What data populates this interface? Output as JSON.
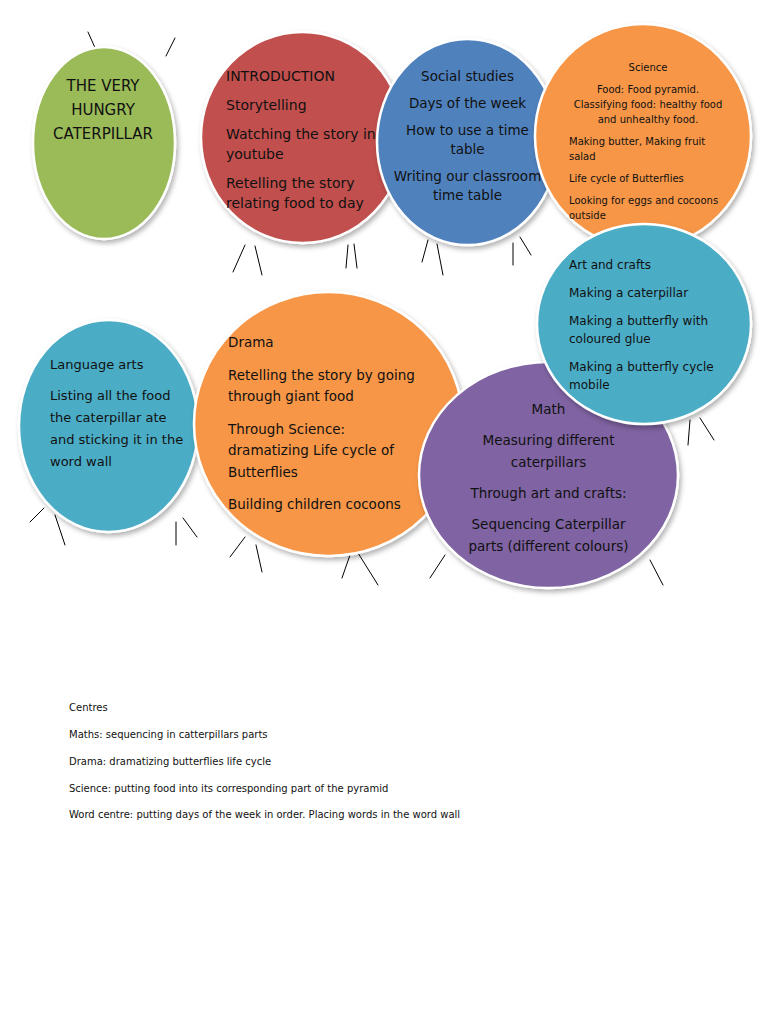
{
  "diagram": {
    "nodes": [
      {
        "text": [
          "THE VERY HUNGRY CATERPILLAR"
        ]
      },
      {
        "text": [
          "INTRODUCTION",
          "Storytelling",
          "Watching the story in youtube",
          "Retelling the story relating food to day"
        ]
      },
      {
        "text": [
          "Social studies",
          "Days of the week",
          "How to use a time table",
          "Writing our classroom time table"
        ]
      },
      {
        "text": [
          "Science",
          "Food: Food pyramid. Classifying food: healthy food and unhealthy food.",
          "Making butter, Making fruit salad",
          "Life cycle of Butterflies",
          "Looking for eggs and cocoons outside"
        ]
      },
      {
        "text": [
          "Art and crafts",
          "Making a caterpillar",
          "Making a butterfly with coloured glue",
          "Making a butterfly cycle mobile"
        ]
      },
      {
        "text": [
          "Language arts",
          "Listing all the food the caterpillar ate and sticking it in the word wall"
        ]
      },
      {
        "text": [
          "Drama",
          "Retelling the story by going through giant food",
          "Through Science: dramatizing Life cycle of Butterflies",
          "Building children cocoons"
        ]
      },
      {
        "text": [
          "Math",
          "Measuring different caterpillars",
          "Through art and crafts:",
          "Sequencing Caterpillar parts (different colours)"
        ]
      }
    ],
    "labels": [
      "Centres",
      "Maths: sequencing in catterpillars parts",
      "Drama: dramatizing butterflies life cycle",
      "Science: putting food into its corresponding part of the pyramid",
      "Word centre: putting days of the week in order. Placing words in the word wall"
    ]
  }
}
